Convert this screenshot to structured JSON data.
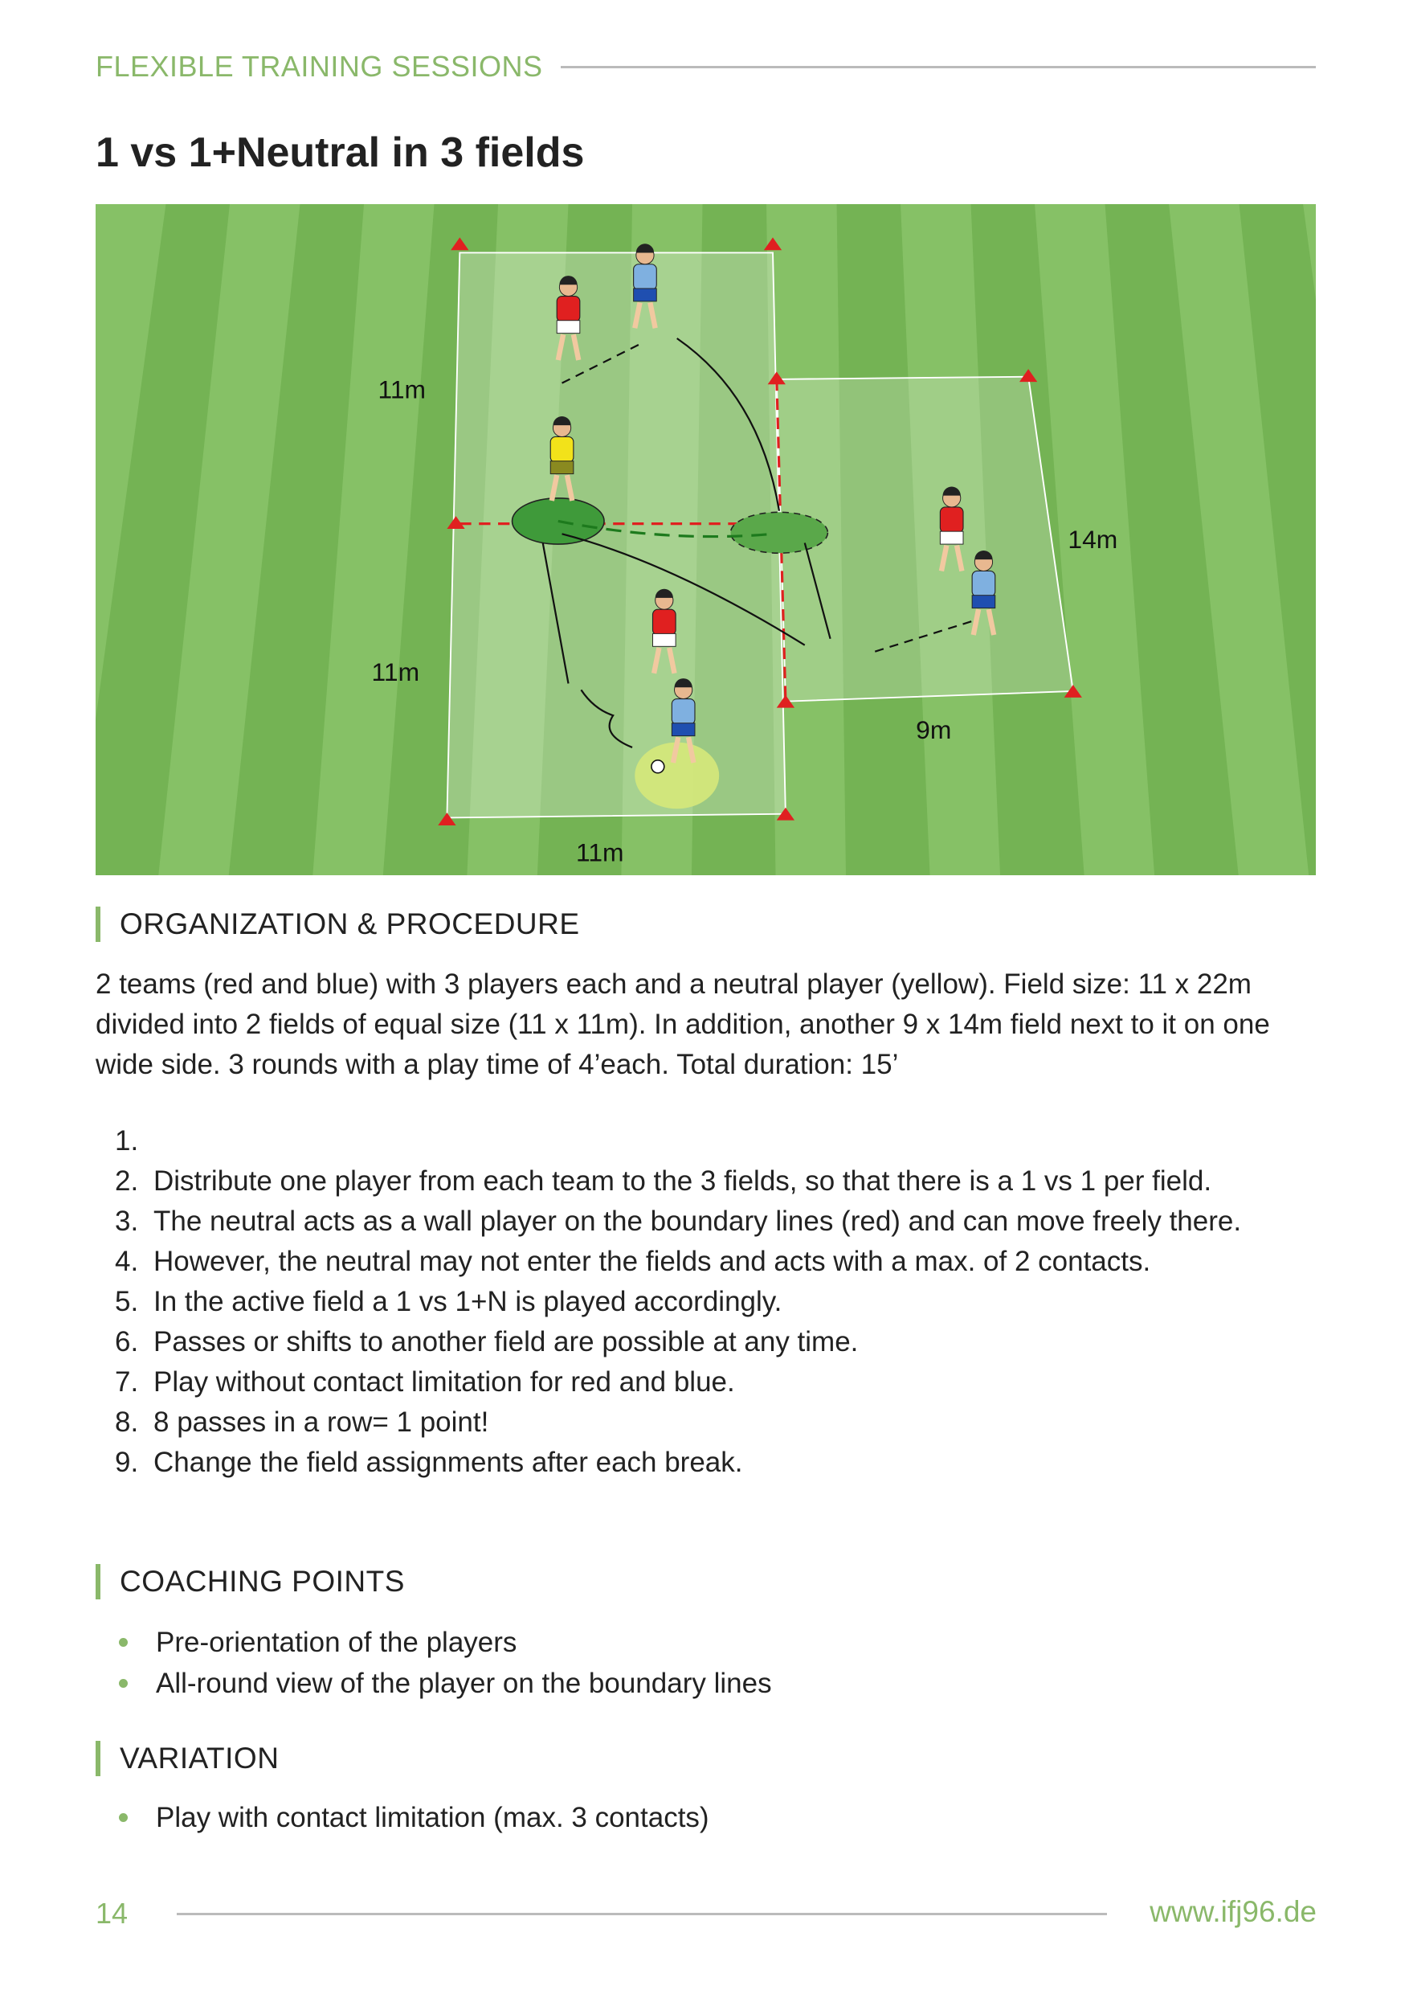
{
  "header": {
    "section": "FLEXIBLE TRAINING SESSIONS"
  },
  "title": "1 vs 1+Neutral in 3 fields",
  "diagram": {
    "labels": {
      "left_top": "11m",
      "left_bottom": "11m",
      "bottom": "11m",
      "right_side": "14m",
      "right_bottom": "9m"
    },
    "colors": {
      "grass_dark": "#74b354",
      "grass_light": "#86c166",
      "red": "#e02020",
      "blue": "#7fb0e0",
      "yellow": "#f2e21a"
    }
  },
  "organization": {
    "heading": "ORGANIZATION & PROCEDURE",
    "text": "2 teams (red and blue) with 3 players each and a neutral player (yellow). Field size: 11 x 22m divided into 2 fields of equal size (11 x 11m). In addition, another 9 x 14m field next to it on one wide side. 3 rounds with a play time of 4’each. Total duration: 15’",
    "steps": [
      {
        "n": "1.",
        "text": ""
      },
      {
        "n": "2.",
        "text": "Distribute one player from each team to the 3 fields, so that there is a 1 vs 1 per field."
      },
      {
        "n": "3.",
        "text": "The neutral acts as a wall player on the boundary lines (red) and can move freely there."
      },
      {
        "n": "4.",
        "text": "However, the neutral may not enter the fields and acts with a max. of 2 contacts."
      },
      {
        "n": "5.",
        "text": "In the active field a 1 vs 1+N is played accordingly."
      },
      {
        "n": "6.",
        "text": "Passes or shifts to another field are possible at any time."
      },
      {
        "n": "7.",
        "text": "Play without contact limitation for red and blue."
      },
      {
        "n": "8.",
        "text": "8 passes in a row= 1 point!"
      },
      {
        "n": "9.",
        "text": "Change the field assignments after each break."
      }
    ]
  },
  "coaching": {
    "heading": "COACHING POINTS",
    "items": [
      "Pre-orientation of the players",
      "All-round view of the player on the boundary lines"
    ]
  },
  "variation": {
    "heading": "VARIATION",
    "items": [
      "Play with contact limitation (max. 3 contacts)"
    ]
  },
  "footer": {
    "page": "14",
    "url": "www.ifj96.de"
  }
}
